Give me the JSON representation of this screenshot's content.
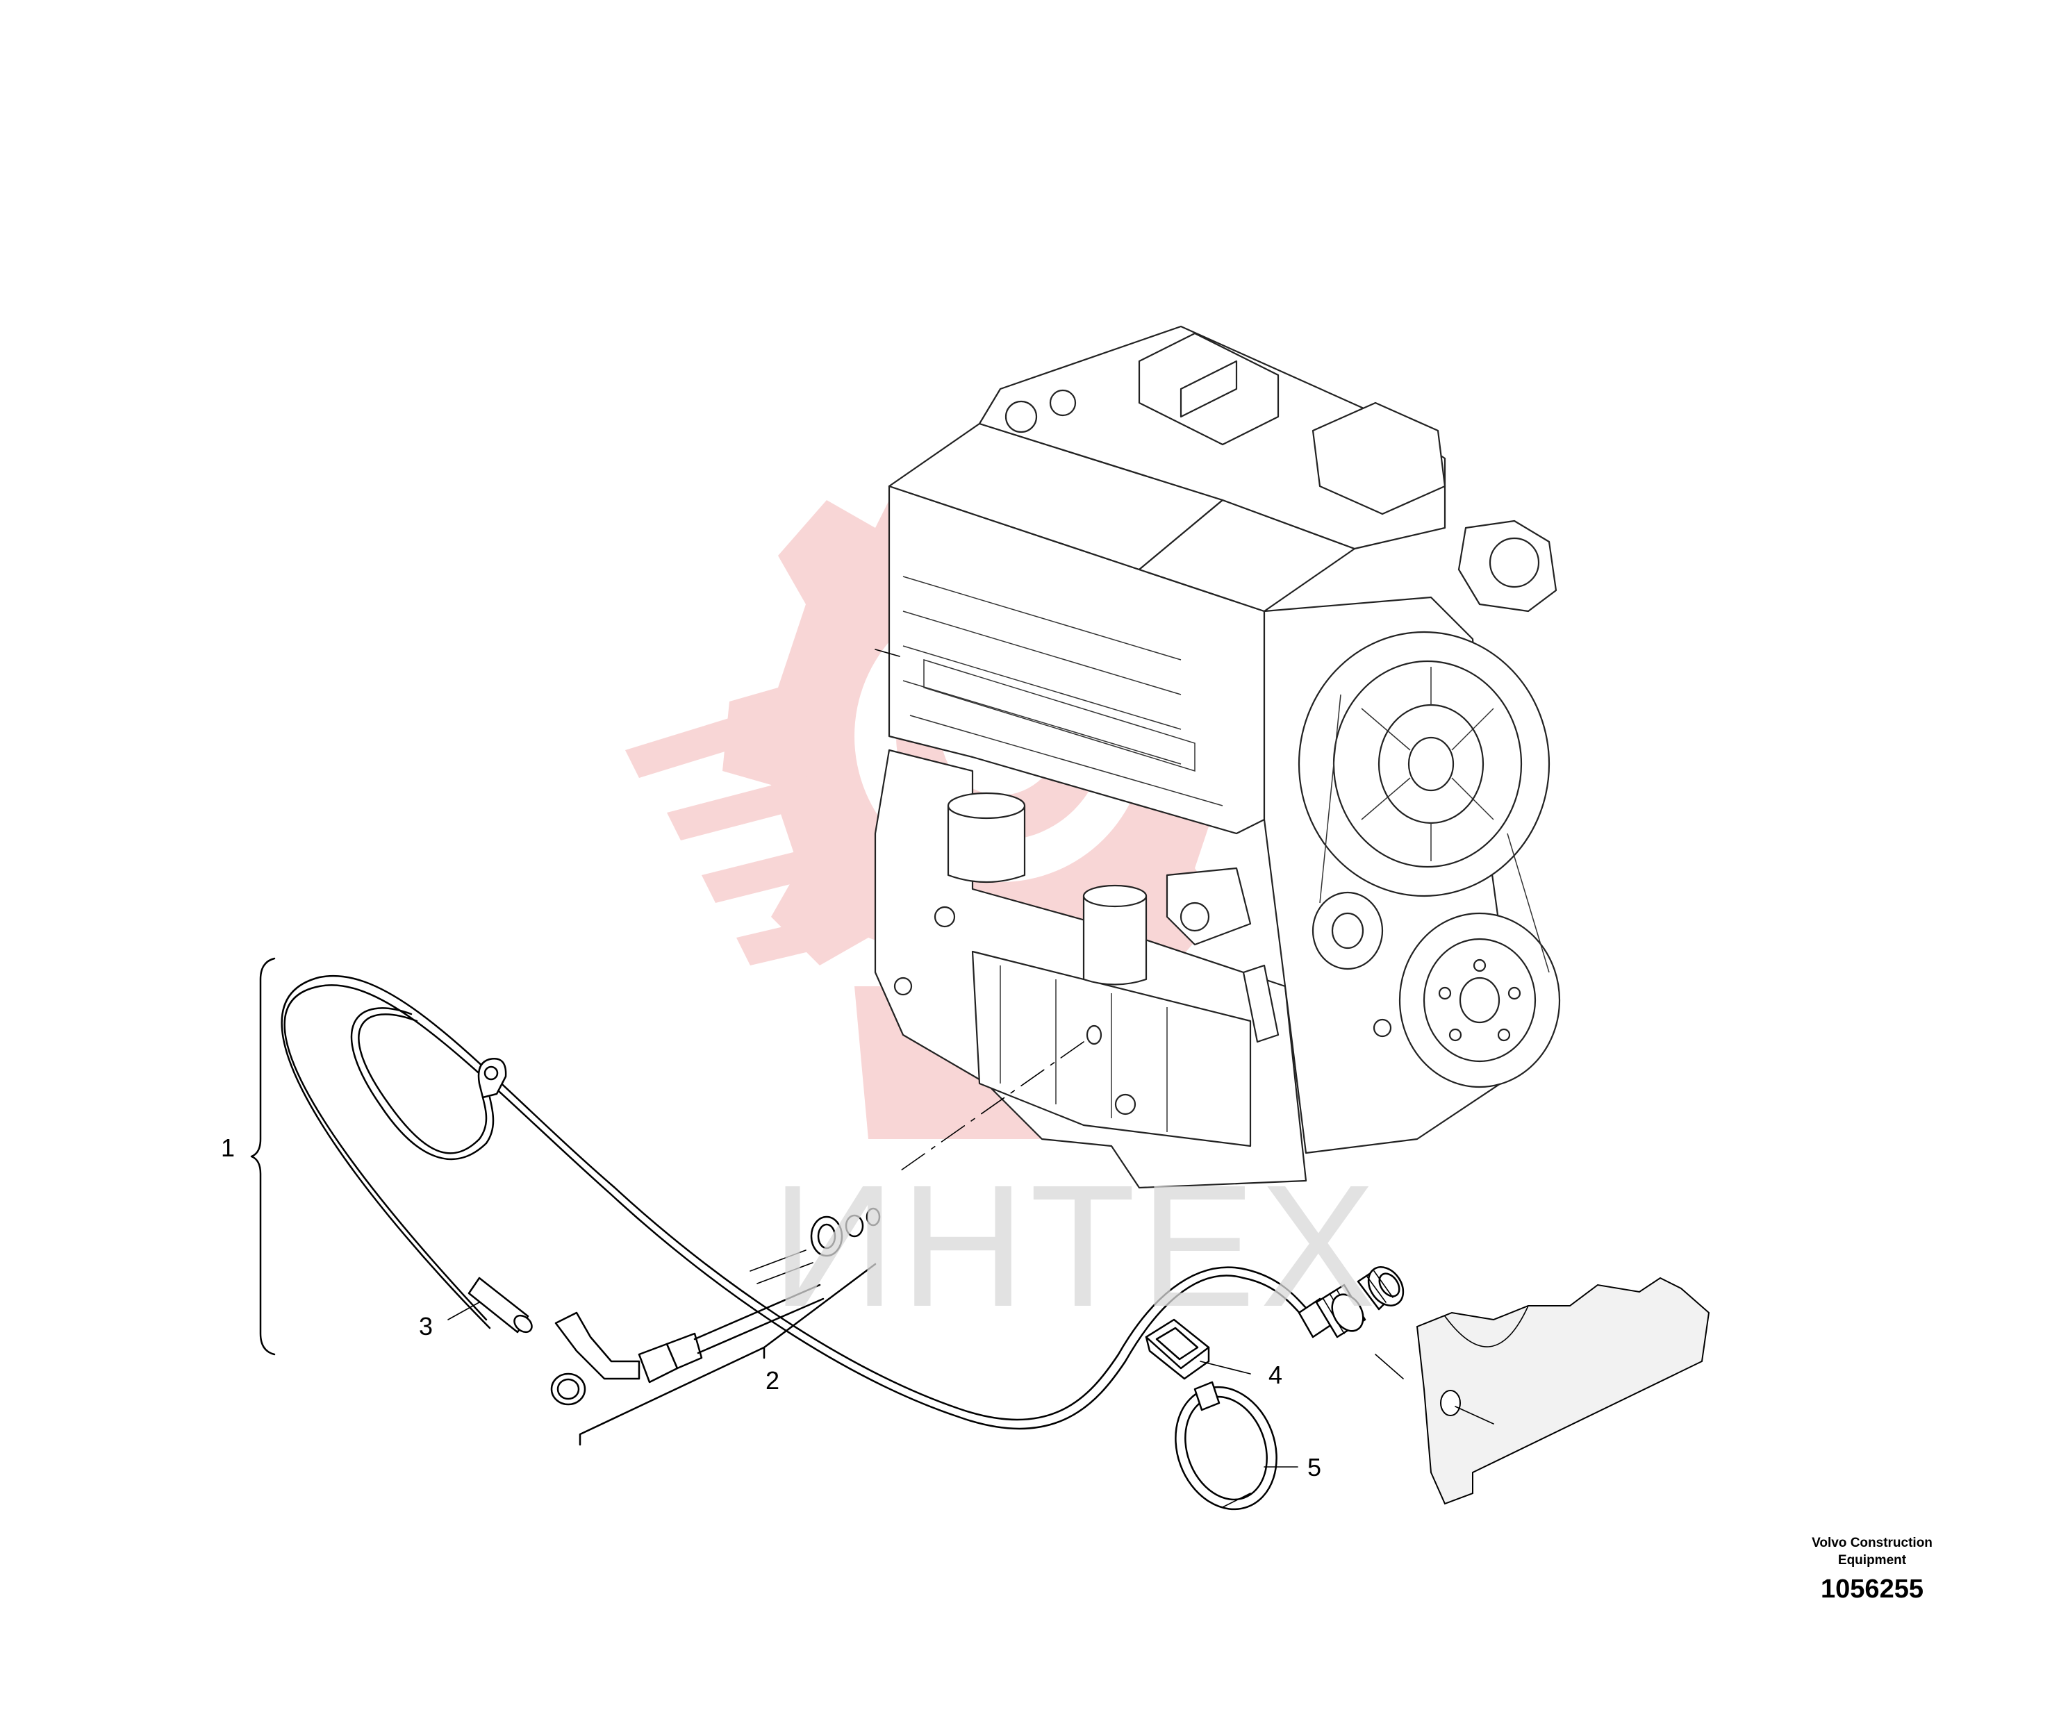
{
  "callouts": [
    {
      "id": "1",
      "label": "1"
    },
    {
      "id": "2",
      "label": "2"
    },
    {
      "id": "3",
      "label": "3"
    },
    {
      "id": "4",
      "label": "4"
    },
    {
      "id": "5",
      "label": "5"
    }
  ],
  "watermark": {
    "text": "ИНТЕХ",
    "logo_color": "#f3b5b5",
    "text_color": "#d9d9d9"
  },
  "footer": {
    "publisher_line1": "Volvo Construction",
    "publisher_line2": "Equipment",
    "document_number": "1056255"
  }
}
